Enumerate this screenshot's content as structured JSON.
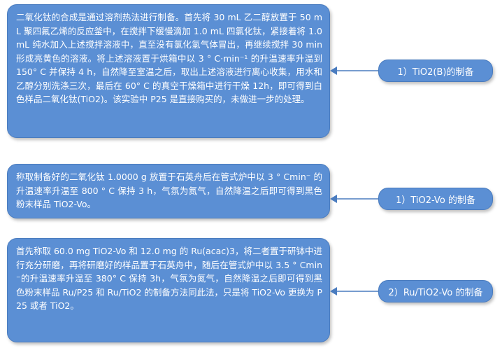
{
  "steps": [
    {
      "label": "1）TiO2(B)的制备",
      "text": "二氧化钛的合成是通过溶剂热法进行制备。首先将 30 mL 乙二醇放置于 50 mL 聚四氟乙烯的反应釜中，在搅拌下缓慢滴加 1.0 mL 四氯化钛，紧接着将 1.0 mL 纯水加入上述搅拌溶液中，直至没有氯化氢气体冒出，再继续搅拌 30 min 形成亮黄色的溶液。将上述溶液置于烘箱中以 3 ° C·min⁻¹ 的升温速率升温到 150° C 并保持 4 h，自然降至室温之后，取出上述溶液进行离心收集，用水和乙醇分别洗涤三次，最后在 60° C 的真空干燥箱中进行干燥 12h，即可得到白色样品二氧化钛(TiO2)。该实验中 P25 是直接购买的，未做进一步的处理。"
    },
    {
      "label": "1）TiO2-Vo 的制备",
      "text": "称取制备好的二氧化钛 1.0000 g 放置于石英舟后在管式炉中以 3 ° Cmin⁻ 的升温速率升温至 800 ° C 保持 3 h，气氛为氮气，自然降温之后即可得到黑色粉末样品 TiO2-Vo。"
    },
    {
      "label": "2）Ru/TiO2-Vo 的制备",
      "text": "首先称取 60.0 mg TiO2-Vo 和 12.0 mg 的 Ru(acac)3，将二者置于研钵中进行充分研磨，再将研磨好的样品置于石英舟中，随后在管式炉中以 3.5 ° Cmin⁻的升温速率升温至 380° C 保持 3h，气氛为氮气，自然降温之后即可得到黑色粉末样品 Ru/P25 和 Ru/TiO2 的制备方法同此法，只是将 TiO2-Vo 更换为 P25 或者 TiO2。"
    }
  ],
  "colors": {
    "box_fill": "#5b8fd4",
    "arrow_stroke": "#4a7cbf"
  },
  "icons": [
    "arrow-left-icon"
  ]
}
